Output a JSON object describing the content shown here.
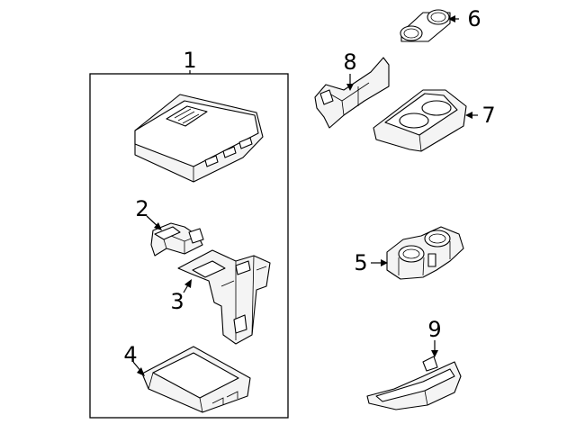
{
  "diagram": {
    "callouts": {
      "c1": "1",
      "c2": "2",
      "c3": "3",
      "c4": "4",
      "c5": "5",
      "c6": "6",
      "c7": "7",
      "c8": "8",
      "c9": "9"
    },
    "colors": {
      "line": "#000000",
      "background": "#ffffff",
      "part_fill": "#f4f4f4"
    }
  }
}
